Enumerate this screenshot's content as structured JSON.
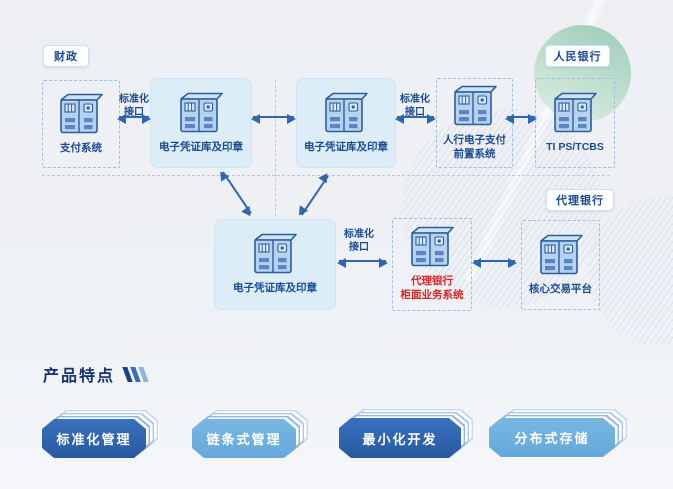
{
  "zones": {
    "finance": "财政",
    "peoples_bank": "人民银行",
    "agent_bank": "代理银行"
  },
  "nodes": {
    "payment_system": "支付系统",
    "evoucher_top_left": "电子凭证库及印章",
    "evoucher_top_right": "电子凭证库及印章",
    "evoucher_center": "电子凭证库及印章",
    "pboc_front_line1": "人行电子支付",
    "pboc_front_line2": "前置系统",
    "tips_tcbs": "TI PS/TCBS",
    "agent_counter_line1": "代理银行",
    "agent_counter_line2": "柜面业务系统",
    "core_platform": "核心交易平台"
  },
  "connectors": {
    "label_line1": "标准化",
    "label_line2": "接口"
  },
  "features": {
    "heading": "产品特点",
    "items": [
      {
        "label": "标准化管理",
        "variant": "dark"
      },
      {
        "label": "链条式管理",
        "variant": "light"
      },
      {
        "label": "最小化开发",
        "variant": "dark"
      },
      {
        "label": "分布式存储",
        "variant": "light"
      }
    ]
  },
  "colors": {
    "ribbon_dark": "#2d62ae",
    "ribbon_light": "#6fb1de",
    "node_text": "#1b4a94",
    "alert_text": "#e02222",
    "arrow": "#2f66b0",
    "zone_accent_green": "#a9d2bd"
  }
}
